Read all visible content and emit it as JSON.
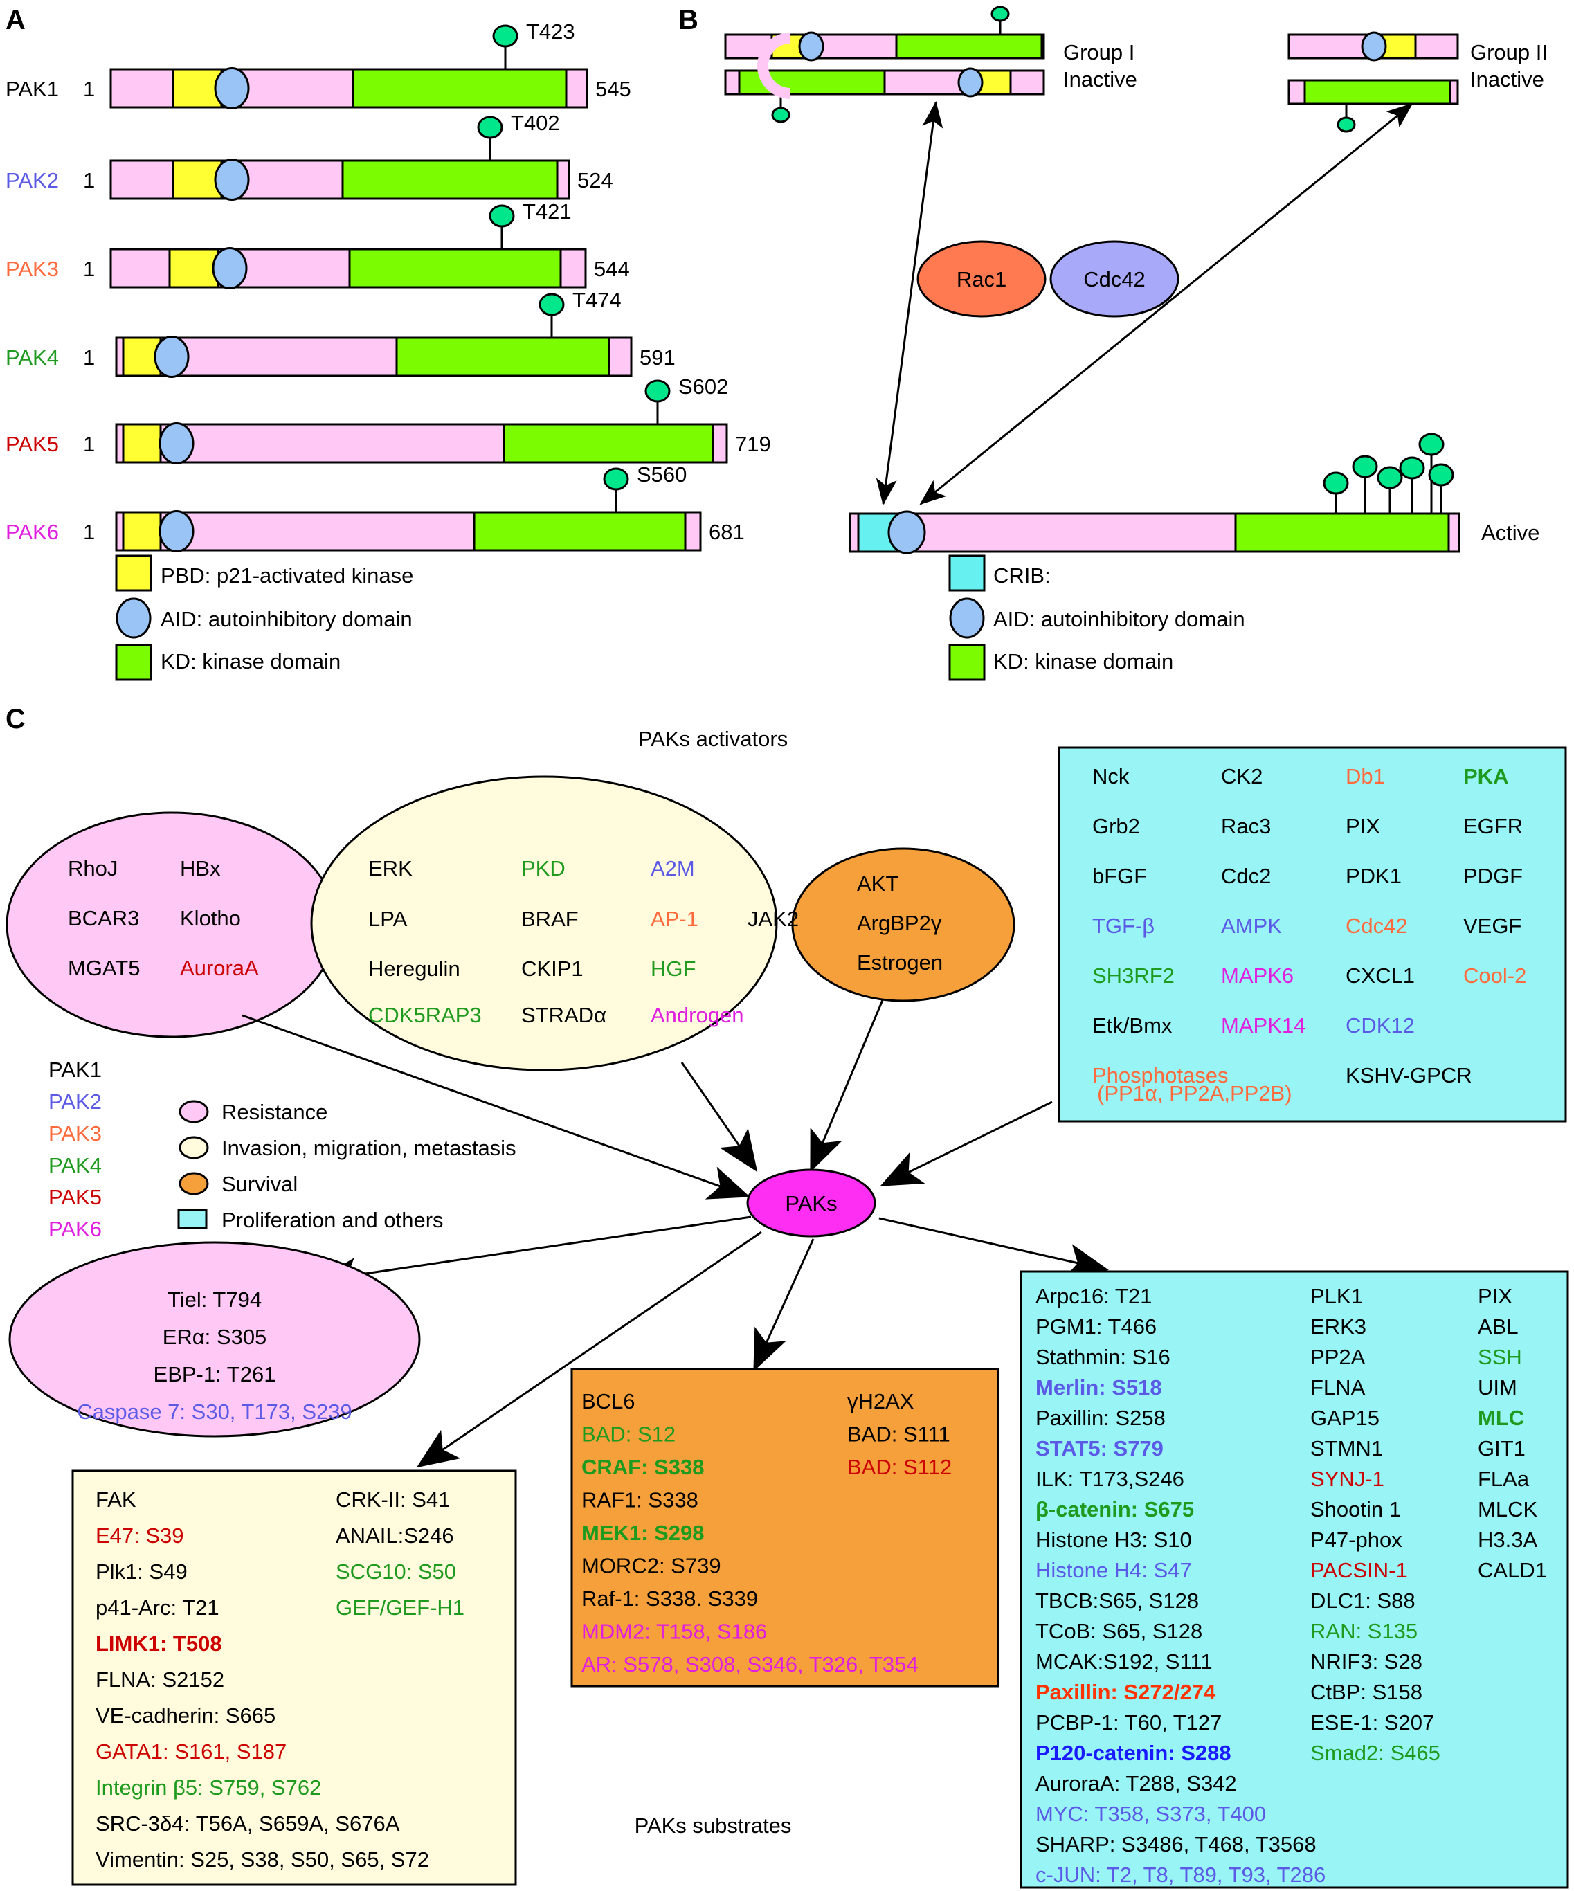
{
  "colors": {
    "pink": "#ffc8f5",
    "yellow": "#ffff33",
    "blue_oval": "#99c4f5",
    "green": "#7cfc00",
    "teal_lollipop": "#00e68a",
    "cyan_box": "#99f5f5",
    "cyan_crib": "#66f0f0",
    "orange": "#f5a03a",
    "cream": "#fffbdc",
    "rac1": "#ff7a50",
    "cdc42": "#a9a9fa",
    "paks_magenta": "#ff2ef2",
    "black": "#000000",
    "col_blue": "#5a5ae6",
    "col_orange": "#ff6a3d",
    "col_green": "#1e9a1e",
    "col_red": "#cc0000",
    "col_magenta": "#e01ee0",
    "col_bright_red": "#ff3300",
    "col_dark_blue": "#1a1aff"
  },
  "panel_a": {
    "label": "A",
    "rows": [
      {
        "name": "PAK1",
        "color": "#000000",
        "start": "1",
        "end": "545",
        "site": "T423"
      },
      {
        "name": "PAK2",
        "color": "#5a5ae6",
        "start": "1",
        "end": "524",
        "site": "T402"
      },
      {
        "name": "PAK3",
        "color": "#ff6a3d",
        "start": "1",
        "end": "544",
        "site": "T421"
      },
      {
        "name": "PAK4",
        "color": "#1e9a1e",
        "start": "1",
        "end": "591",
        "site": "T474"
      },
      {
        "name": "PAK5",
        "color": "#cc0000",
        "start": "1",
        "end": "719",
        "site": "S602"
      },
      {
        "name": "PAK6",
        "color": "#e01ee0",
        "start": "1",
        "end": "681",
        "site": "S560"
      }
    ],
    "legend": [
      "PBD: p21-activated kinase",
      "AID: autoinhibitory domain",
      "KD: kinase domain"
    ]
  },
  "panel_b": {
    "label": "B",
    "group1": [
      "Group I",
      "Inactive"
    ],
    "group2": [
      "Group II",
      "Inactive"
    ],
    "rac1": "Rac1",
    "cdc42": "Cdc42",
    "active": "Active",
    "legend": [
      "CRIB:",
      "AID: autoinhibitory domain",
      "KD: kinase domain"
    ]
  },
  "panel_c": {
    "label": "C",
    "activators_title": "PAKs activators",
    "substrates_title": "PAKs substrates",
    "center": "PAKs",
    "pink_ellipse": [
      {
        "t": "RhoJ",
        "c": "#000000"
      },
      {
        "t": "HBx",
        "c": "#000000"
      },
      {
        "t": "BCAR3",
        "c": "#000000"
      },
      {
        "t": "Klotho",
        "c": "#000000"
      },
      {
        "t": "MGAT5",
        "c": "#000000"
      },
      {
        "t": "AuroraA",
        "c": "#cc0000"
      }
    ],
    "cream_ellipse": [
      {
        "t": "ERK",
        "c": "#000000"
      },
      {
        "t": "PKD",
        "c": "#1e9a1e"
      },
      {
        "t": "A2M",
        "c": "#5a5ae6"
      },
      {
        "t": "LPA",
        "c": "#000000"
      },
      {
        "t": "BRAF",
        "c": "#000000"
      },
      {
        "t": "AP-1",
        "c": "#ff6a3d"
      },
      {
        "t": "JAK2",
        "c": "#000000"
      },
      {
        "t": "Heregulin",
        "c": "#000000"
      },
      {
        "t": "CKIP1",
        "c": "#000000"
      },
      {
        "t": "HGF",
        "c": "#1e9a1e"
      },
      {
        "t": "CDK5RAP3",
        "c": "#1e9a1e"
      },
      {
        "t": "STRADα",
        "c": "#000000"
      },
      {
        "t": "Androgen",
        "c": "#e01ee0"
      }
    ],
    "orange_ellipse": [
      {
        "t": "AKT",
        "c": "#000000"
      },
      {
        "t": "ArgBP2γ",
        "c": "#000000"
      },
      {
        "t": "Estrogen",
        "c": "#000000"
      }
    ],
    "activators_box": [
      {
        "t": "Nck",
        "c": "#000000",
        "b": false
      },
      {
        "t": "CK2",
        "c": "#000000",
        "b": false
      },
      {
        "t": "Db1",
        "c": "#ff6a3d",
        "b": false
      },
      {
        "t": "PKA",
        "c": "#1e9a1e",
        "b": true
      },
      {
        "t": "Grb2",
        "c": "#000000",
        "b": false
      },
      {
        "t": "Rac3",
        "c": "#000000",
        "b": false
      },
      {
        "t": "PIX",
        "c": "#000000",
        "b": false
      },
      {
        "t": "EGFR",
        "c": "#000000",
        "b": false
      },
      {
        "t": "bFGF",
        "c": "#000000",
        "b": false
      },
      {
        "t": "Cdc2",
        "c": "#000000",
        "b": false
      },
      {
        "t": "PDK1",
        "c": "#000000",
        "b": false
      },
      {
        "t": "PDGF",
        "c": "#000000",
        "b": false
      },
      {
        "t": "TGF-β",
        "c": "#5a5ae6",
        "b": false
      },
      {
        "t": "AMPK",
        "c": "#5a5ae6",
        "b": false
      },
      {
        "t": "Cdc42",
        "c": "#ff6a3d",
        "b": false
      },
      {
        "t": "VEGF",
        "c": "#000000",
        "b": false
      },
      {
        "t": "SH3RF2",
        "c": "#1e9a1e",
        "b": false
      },
      {
        "t": "MAPK6",
        "c": "#e01ee0",
        "b": false
      },
      {
        "t": "CXCL1",
        "c": "#000000",
        "b": false
      },
      {
        "t": "Cool-2",
        "c": "#ff6a3d",
        "b": false
      },
      {
        "t": "Etk/Bmx",
        "c": "#000000",
        "b": false
      },
      {
        "t": "MAPK14",
        "c": "#e01ee0",
        "b": false
      },
      {
        "t": "CDK12",
        "c": "#5a5ae6",
        "b": false
      },
      {
        "t": "",
        "c": "#000000",
        "b": false
      },
      {
        "t": "Phosphotases",
        "c": "#ff6a3d",
        "b": false
      },
      {
        "t": "",
        "c": "#000000",
        "b": false
      },
      {
        "t": "KSHV-GPCR",
        "c": "#000000",
        "b": false
      },
      {
        "t": "",
        "c": "#000000",
        "b": false
      }
    ],
    "phosphatases_detail": "(PP1α, PP2A,PP2B)",
    "pak_list": [
      {
        "t": "PAK1",
        "c": "#000000"
      },
      {
        "t": "PAK2",
        "c": "#5a5ae6"
      },
      {
        "t": "PAK3",
        "c": "#ff6a3d"
      },
      {
        "t": "PAK4",
        "c": "#1e9a1e"
      },
      {
        "t": "PAK5",
        "c": "#cc0000"
      },
      {
        "t": "PAK6",
        "c": "#e01ee0"
      }
    ],
    "legend": [
      "Resistance",
      "Invasion, migration, metastasis",
      "Survival",
      "Proliferation and others"
    ],
    "substrate_ellipse": [
      {
        "t": "Tiel: T794",
        "c": "#000000"
      },
      {
        "t": "ERα: S305",
        "c": "#000000"
      },
      {
        "t": "EBP-1: T261",
        "c": "#000000"
      },
      {
        "t": "Caspase 7: S30, T173, S239",
        "c": "#5a5ae6"
      }
    ],
    "cream_box_left": [
      {
        "t": "FAK",
        "c": "#000000",
        "b": false
      },
      {
        "t": "E47: S39",
        "c": "#cc0000",
        "b": false
      },
      {
        "t": "Plk1: S49",
        "c": "#000000",
        "b": false
      },
      {
        "t": "p41-Arc: T21",
        "c": "#000000",
        "b": false
      },
      {
        "t": "LIMK1: T508",
        "c": "#cc0000",
        "b": true
      },
      {
        "t": "FLNA: S2152",
        "c": "#000000",
        "b": false
      },
      {
        "t": "VE-cadherin: S665",
        "c": "#000000",
        "b": false
      },
      {
        "t": "GATA1: S161, S187",
        "c": "#cc0000",
        "b": false
      },
      {
        "t": "Integrin β5: S759, S762",
        "c": "#1e9a1e",
        "b": false
      },
      {
        "t": "SRC-3δ4: T56A, S659A, S676A",
        "c": "#000000",
        "b": false
      },
      {
        "t": "Vimentin: S25, S38, S50, S65, S72",
        "c": "#000000",
        "b": false
      }
    ],
    "cream_box_right": [
      {
        "t": "CRK-II: S41",
        "c": "#000000",
        "b": false
      },
      {
        "t": "ANAIL:S246",
        "c": "#000000",
        "b": false
      },
      {
        "t": "SCG10: S50",
        "c": "#1e9a1e",
        "b": false
      },
      {
        "t": "GEF/GEF-H1",
        "c": "#1e9a1e",
        "b": false
      }
    ],
    "orange_box_left": [
      {
        "t": "BCL6",
        "c": "#000000",
        "b": false
      },
      {
        "t": "BAD: S12",
        "c": "#1e9a1e",
        "b": false
      },
      {
        "t": "CRAF: S338",
        "c": "#1e9a1e",
        "b": true
      },
      {
        "t": "RAF1: S338",
        "c": "#000000",
        "b": false
      },
      {
        "t": "MEK1: S298",
        "c": "#1e9a1e",
        "b": true
      },
      {
        "t": "MORC2: S739",
        "c": "#000000",
        "b": false
      },
      {
        "t": "Raf-1: S338. S339",
        "c": "#000000",
        "b": false
      },
      {
        "t": "MDM2: T158, S186",
        "c": "#e01ee0",
        "b": false
      },
      {
        "t": "AR: S578, S308, S346, T326, T354",
        "c": "#e01ee0",
        "b": false
      }
    ],
    "orange_box_right": [
      {
        "t": "γH2AX",
        "c": "#000000",
        "b": false
      },
      {
        "t": "BAD: S111",
        "c": "#000000",
        "b": false
      },
      {
        "t": "BAD: S112",
        "c": "#cc0000",
        "b": false
      }
    ],
    "cyan_col1": [
      {
        "t": "Arpc16: T21",
        "c": "#000000",
        "b": false
      },
      {
        "t": "PGM1: T466",
        "c": "#000000",
        "b": false
      },
      {
        "t": "Stathmin: S16",
        "c": "#000000",
        "b": false
      },
      {
        "t": "Merlin: S518",
        "c": "#5a5ae6",
        "b": true
      },
      {
        "t": "Paxillin: S258",
        "c": "#000000",
        "b": false
      },
      {
        "t": "STAT5: S779",
        "c": "#5a5ae6",
        "b": true
      },
      {
        "t": "ILK: T173,S246",
        "c": "#000000",
        "b": false
      },
      {
        "t": "β-catenin: S675",
        "c": "#1e9a1e",
        "b": true
      },
      {
        "t": "Histone H3: S10",
        "c": "#000000",
        "b": false
      },
      {
        "t": "Histone H4: S47",
        "c": "#5a5ae6",
        "b": false
      },
      {
        "t": "TBCB:S65, S128",
        "c": "#000000",
        "b": false
      },
      {
        "t": "TCoB: S65, S128",
        "c": "#000000",
        "b": false
      },
      {
        "t": "MCAK:S192, S111",
        "c": "#000000",
        "b": false
      },
      {
        "t": "Paxillin: S272/274",
        "c": "#ff3300",
        "b": true
      },
      {
        "t": "PCBP-1: T60, T127",
        "c": "#000000",
        "b": false
      },
      {
        "t": "P120-catenin: S288",
        "c": "#1a1aff",
        "b": true
      },
      {
        "t": "AuroraA: T288, S342",
        "c": "#000000",
        "b": false
      },
      {
        "t": "MYC: T358, S373, T400",
        "c": "#5a5ae6",
        "b": false
      },
      {
        "t": "SHARP: S3486, T468, T3568",
        "c": "#000000",
        "b": false
      },
      {
        "t": "c-JUN: T2, T8, T89, T93, T286",
        "c": "#5a5ae6",
        "b": false
      }
    ],
    "cyan_col2": [
      {
        "t": "PLK1",
        "c": "#000000",
        "b": false
      },
      {
        "t": "ERK3",
        "c": "#000000",
        "b": false
      },
      {
        "t": "PP2A",
        "c": "#000000",
        "b": false
      },
      {
        "t": "FLNA",
        "c": "#000000",
        "b": false
      },
      {
        "t": "GAP15",
        "c": "#000000",
        "b": false
      },
      {
        "t": "STMN1",
        "c": "#000000",
        "b": false
      },
      {
        "t": "SYNJ-1",
        "c": "#cc0000",
        "b": false
      },
      {
        "t": "Shootin 1",
        "c": "#000000",
        "b": false
      },
      {
        "t": "P47-phox",
        "c": "#000000",
        "b": false
      },
      {
        "t": "PACSIN-1",
        "c": "#cc0000",
        "b": false
      },
      {
        "t": "DLC1: S88",
        "c": "#000000",
        "b": false
      },
      {
        "t": "RAN: S135",
        "c": "#1e9a1e",
        "b": false
      },
      {
        "t": "NRIF3: S28",
        "c": "#000000",
        "b": false
      },
      {
        "t": "CtBP: S158",
        "c": "#000000",
        "b": false
      },
      {
        "t": "ESE-1: S207",
        "c": "#000000",
        "b": false
      },
      {
        "t": "Smad2: S465",
        "c": "#1e9a1e",
        "b": false
      }
    ],
    "cyan_col3": [
      {
        "t": "PIX",
        "c": "#000000",
        "b": false
      },
      {
        "t": "ABL",
        "c": "#000000",
        "b": false
      },
      {
        "t": "SSH",
        "c": "#1e9a1e",
        "b": false
      },
      {
        "t": "UIM",
        "c": "#000000",
        "b": false
      },
      {
        "t": "MLC",
        "c": "#1e9a1e",
        "b": true
      },
      {
        "t": "GIT1",
        "c": "#000000",
        "b": false
      },
      {
        "t": "FLAa",
        "c": "#000000",
        "b": false
      },
      {
        "t": "MLCK",
        "c": "#000000",
        "b": false
      },
      {
        "t": "H3.3A",
        "c": "#000000",
        "b": false
      },
      {
        "t": "CALD1",
        "c": "#000000",
        "b": false
      }
    ]
  }
}
